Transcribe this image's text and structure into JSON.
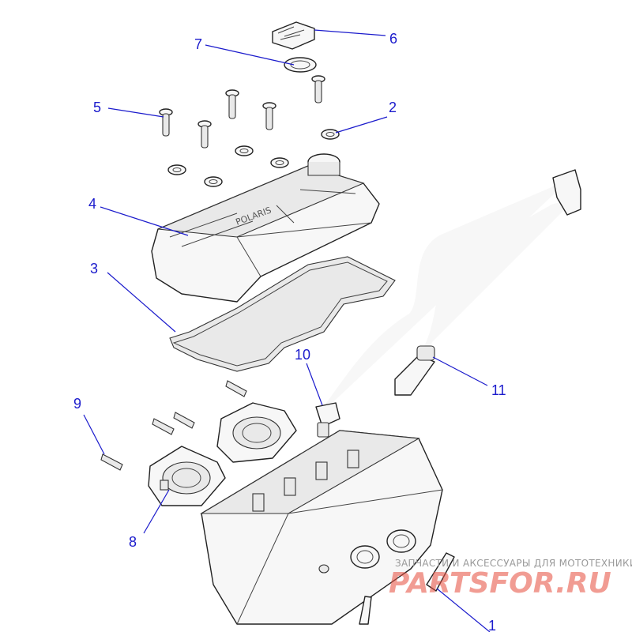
{
  "callouts": [
    {
      "label": "1"
    },
    {
      "label": "2"
    },
    {
      "label": "3"
    },
    {
      "label": "4"
    },
    {
      "label": "5"
    },
    {
      "label": "6"
    },
    {
      "label": "7"
    },
    {
      "label": "8"
    },
    {
      "label": "9"
    },
    {
      "label": "10"
    },
    {
      "label": "11"
    }
  ],
  "watermark": {
    "tagline": "ЗАПЧАСТИ И АКСЕССУАРЫ ДЛЯ МОТОТЕХНИКИ",
    "logo": "PARTSFOR.RU"
  },
  "colors": {
    "callout": "#1b1bcc",
    "watermark_logo": "#e74c3c"
  }
}
